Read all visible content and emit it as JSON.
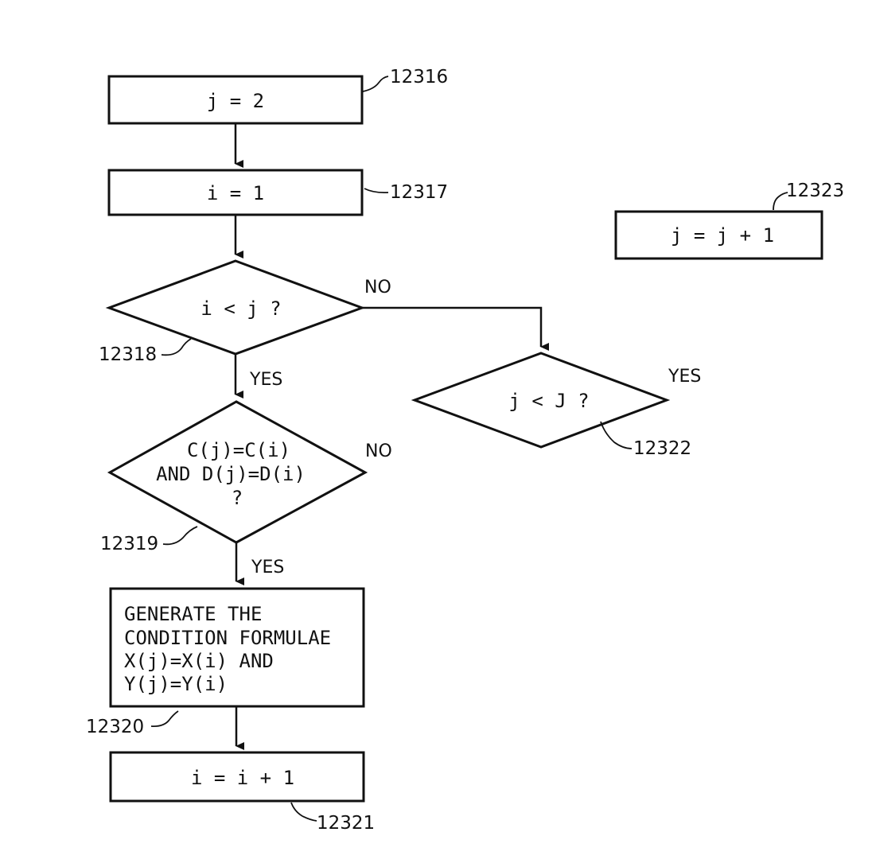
{
  "nodes": {
    "n12316": {
      "ref": "12316",
      "text": "j = 2"
    },
    "n12317": {
      "ref": "12317",
      "text": "i = 1"
    },
    "n12318": {
      "ref": "12318",
      "text": "i < j ?"
    },
    "n12319": {
      "ref": "12319",
      "lines": [
        "C(j)=C(i)",
        "AND D(j)=D(i)",
        "?"
      ]
    },
    "n12320": {
      "ref": "12320",
      "lines": [
        "GENERATE THE",
        "CONDITION FORMULAE",
        "X(j)=X(i) AND",
        "Y(j)=Y(i)"
      ]
    },
    "n12321": {
      "ref": "12321",
      "text": "i = i + 1"
    },
    "n12322": {
      "ref": "12322",
      "text": "j < J ?"
    },
    "n12323": {
      "ref": "12323",
      "text": "j = j + 1"
    }
  },
  "branches": {
    "yes": "YES",
    "no": "NO"
  }
}
